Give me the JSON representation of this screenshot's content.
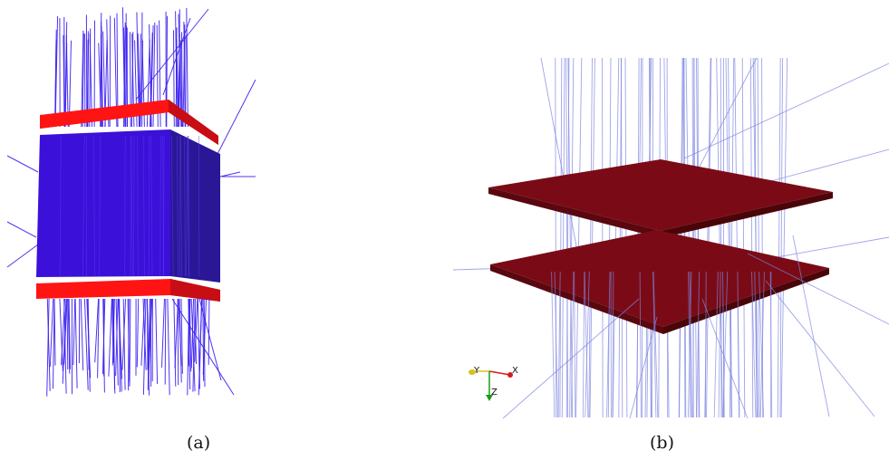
{
  "figure": {
    "panel_a": {
      "caption": "(a)",
      "colors": {
        "tracks": "#3a1ff0",
        "cube_front": "#3b10d8",
        "cube_side": "#2a1796",
        "plate_top": "#ff1414",
        "plate_side": "#b80c12"
      }
    },
    "panel_b": {
      "caption": "(b)",
      "colors": {
        "tracks": "#7f86e0",
        "plate_top": "#7a0b16",
        "plate_edge": "#5a0710"
      },
      "axes_triad": {
        "y_label": "Y",
        "x_label": "X",
        "z_label": "Z",
        "y_color": "#d8c21a",
        "x_color": "#d81a1a",
        "z_color": "#1a9a1a"
      }
    }
  }
}
